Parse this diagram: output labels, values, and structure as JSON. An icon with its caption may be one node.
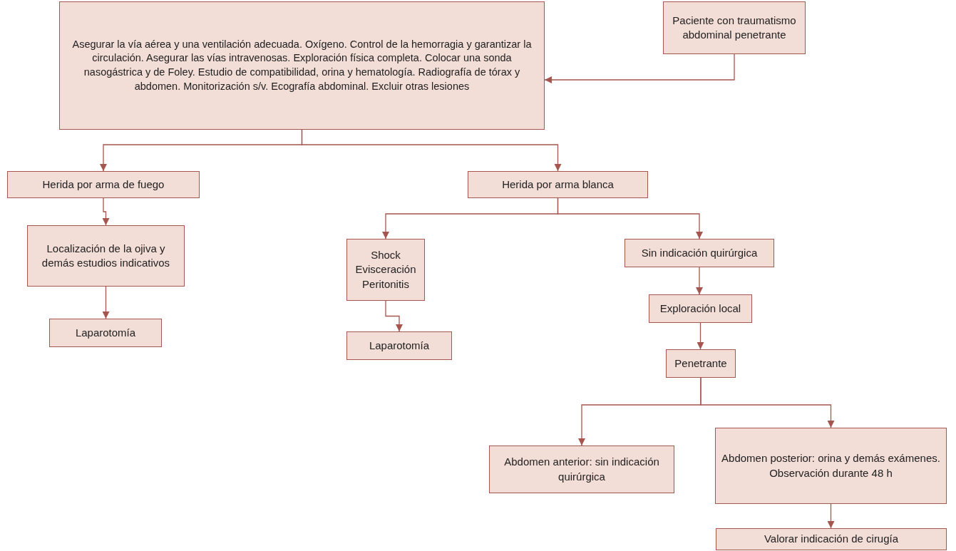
{
  "diagram": {
    "nodes": [
      {
        "text": [
          "Asegurar la vía aérea y una ventilación adecuada. Oxígeno. Control de la hemorragia y garantizar la circulación. Asegurar las vías intravenosas. Exploración física completa. Colocar una sonda nasogástrica y de Foley. Estudio de compatibilidad, orina y hematología. Radiografía de tórax y abdomen. Monitorización s/v. Ecografía abdominal. Excluir otras lesiones"
        ]
      },
      {
        "text": [
          "Paciente con traumatismo abdominal penetrante"
        ]
      },
      {
        "text": [
          "Herida por arma de fuego"
        ]
      },
      {
        "text": [
          "Herida por arma blanca"
        ]
      },
      {
        "text": [
          "Localización de la ojiva y demás estudios indicativos"
        ]
      },
      {
        "text": [
          "Laparotomía"
        ]
      },
      {
        "text": [
          "Shock Evisceración Peritonitis"
        ]
      },
      {
        "text": [
          "Laparotomía"
        ]
      },
      {
        "text": [
          "Sin indicación quirúrgica"
        ]
      },
      {
        "text": [
          "Exploración local"
        ]
      },
      {
        "text": [
          "Penetrante"
        ]
      },
      {
        "text": [
          "Abdomen anterior: sin indicación quirúrgica"
        ]
      },
      {
        "text": [
          "Abdomen posterior: orina y demás exámenes. Observación durante 48 h"
        ]
      },
      {
        "text": [
          "Valorar indicación de cirugía"
        ]
      }
    ],
    "edges": [
      {
        "from": 1,
        "to": 0,
        "arrow": "to"
      },
      {
        "from": 0,
        "to": 2,
        "arrow": "to"
      },
      {
        "from": 0,
        "to": 3,
        "arrow": "to"
      },
      {
        "from": 2,
        "to": 4,
        "arrow": "to"
      },
      {
        "from": 4,
        "to": 5,
        "arrow": "to"
      },
      {
        "from": 3,
        "to": 6,
        "arrow": "to"
      },
      {
        "from": 3,
        "to": 8,
        "arrow": "to"
      },
      {
        "from": 6,
        "to": 7,
        "arrow": "to"
      },
      {
        "from": 8,
        "to": 9,
        "arrow": "to"
      },
      {
        "from": 9,
        "to": 10,
        "arrow": "to"
      },
      {
        "from": 10,
        "to": 11,
        "arrow": "to"
      },
      {
        "from": 10,
        "to": 12,
        "arrow": "to"
      },
      {
        "from": 12,
        "to": 13,
        "arrow": "to"
      }
    ]
  }
}
